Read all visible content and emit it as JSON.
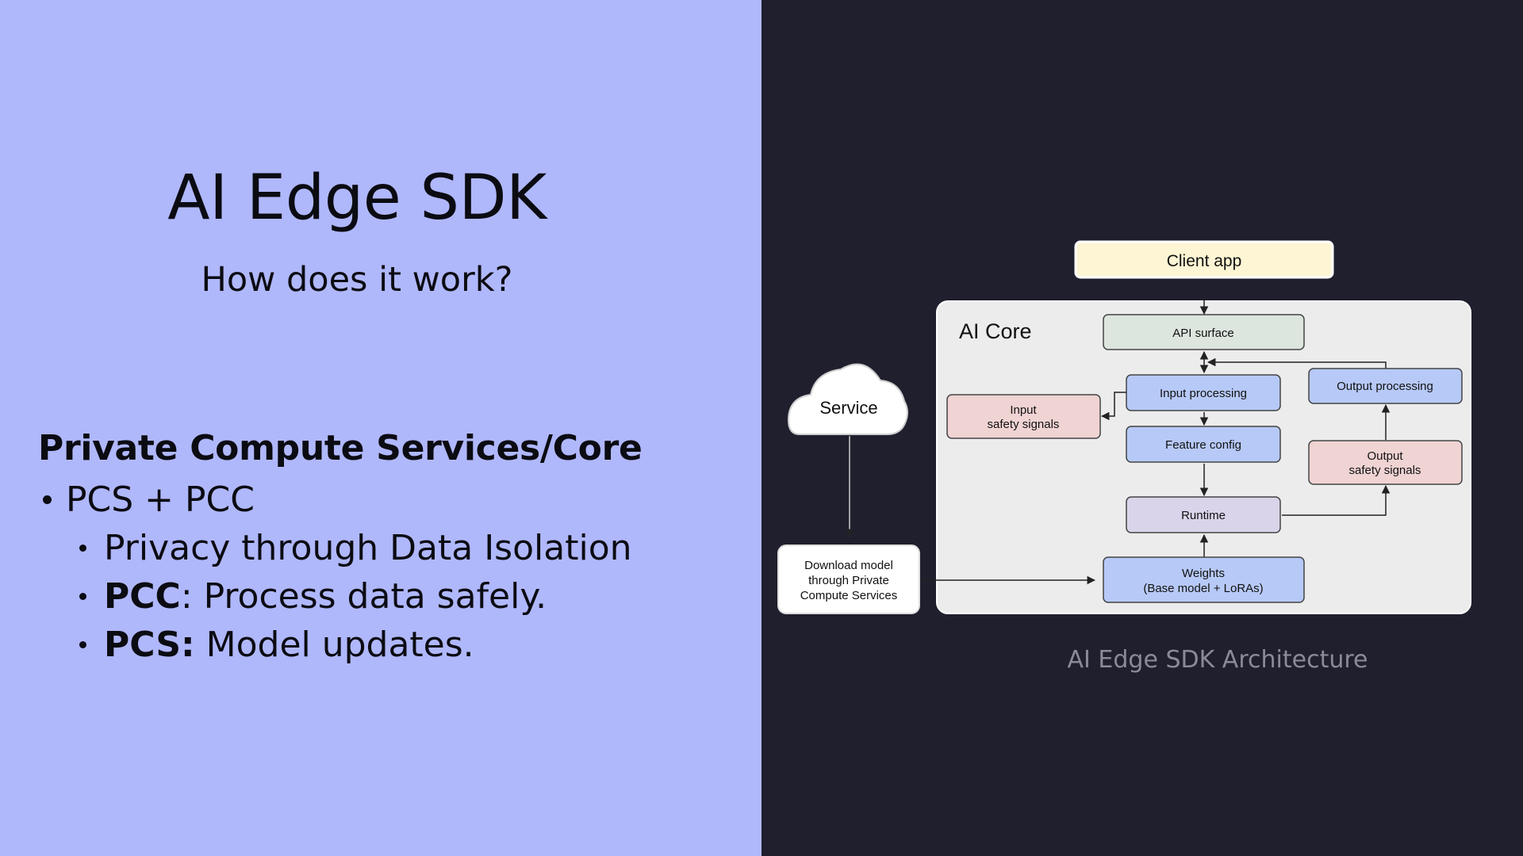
{
  "slide": {
    "title": "AI Edge SDK",
    "subtitle": "How does it work?",
    "section_heading": "Private Compute Services/Core",
    "bullets": [
      {
        "text": "PCS + PCC"
      },
      {
        "text": "Privacy through Data Isolation"
      },
      {
        "bold": "PCC",
        "text": ": Process data safely."
      },
      {
        "bold": "PCS:",
        "text": " Model updates."
      }
    ]
  },
  "diagram": {
    "caption": "AI Edge SDK Architecture",
    "client_app": "Client app",
    "ai_core_label": "AI Core",
    "service": "Service",
    "download_model": [
      "Download model",
      "through Private",
      "Compute Services"
    ],
    "api_surface": "API surface",
    "input_processing": "Input processing",
    "input_safety": [
      "Input",
      "safety signals"
    ],
    "feature_config": "Feature config",
    "runtime": "Runtime",
    "weights": [
      "Weights",
      "(Base model + LoRAs)"
    ],
    "output_processing": "Output processing",
    "output_safety": [
      "Output",
      "safety signals"
    ]
  },
  "colors": {
    "left_bg": "#b0b8fc",
    "right_bg": "#1f1f2e",
    "client_app": "#fdf5d3",
    "api_surface": "#dde6de",
    "blue_box": "#b7c9f7",
    "pink_box": "#f0d3d3",
    "runtime": "#dad4ea",
    "core_bg": "#ececec"
  }
}
